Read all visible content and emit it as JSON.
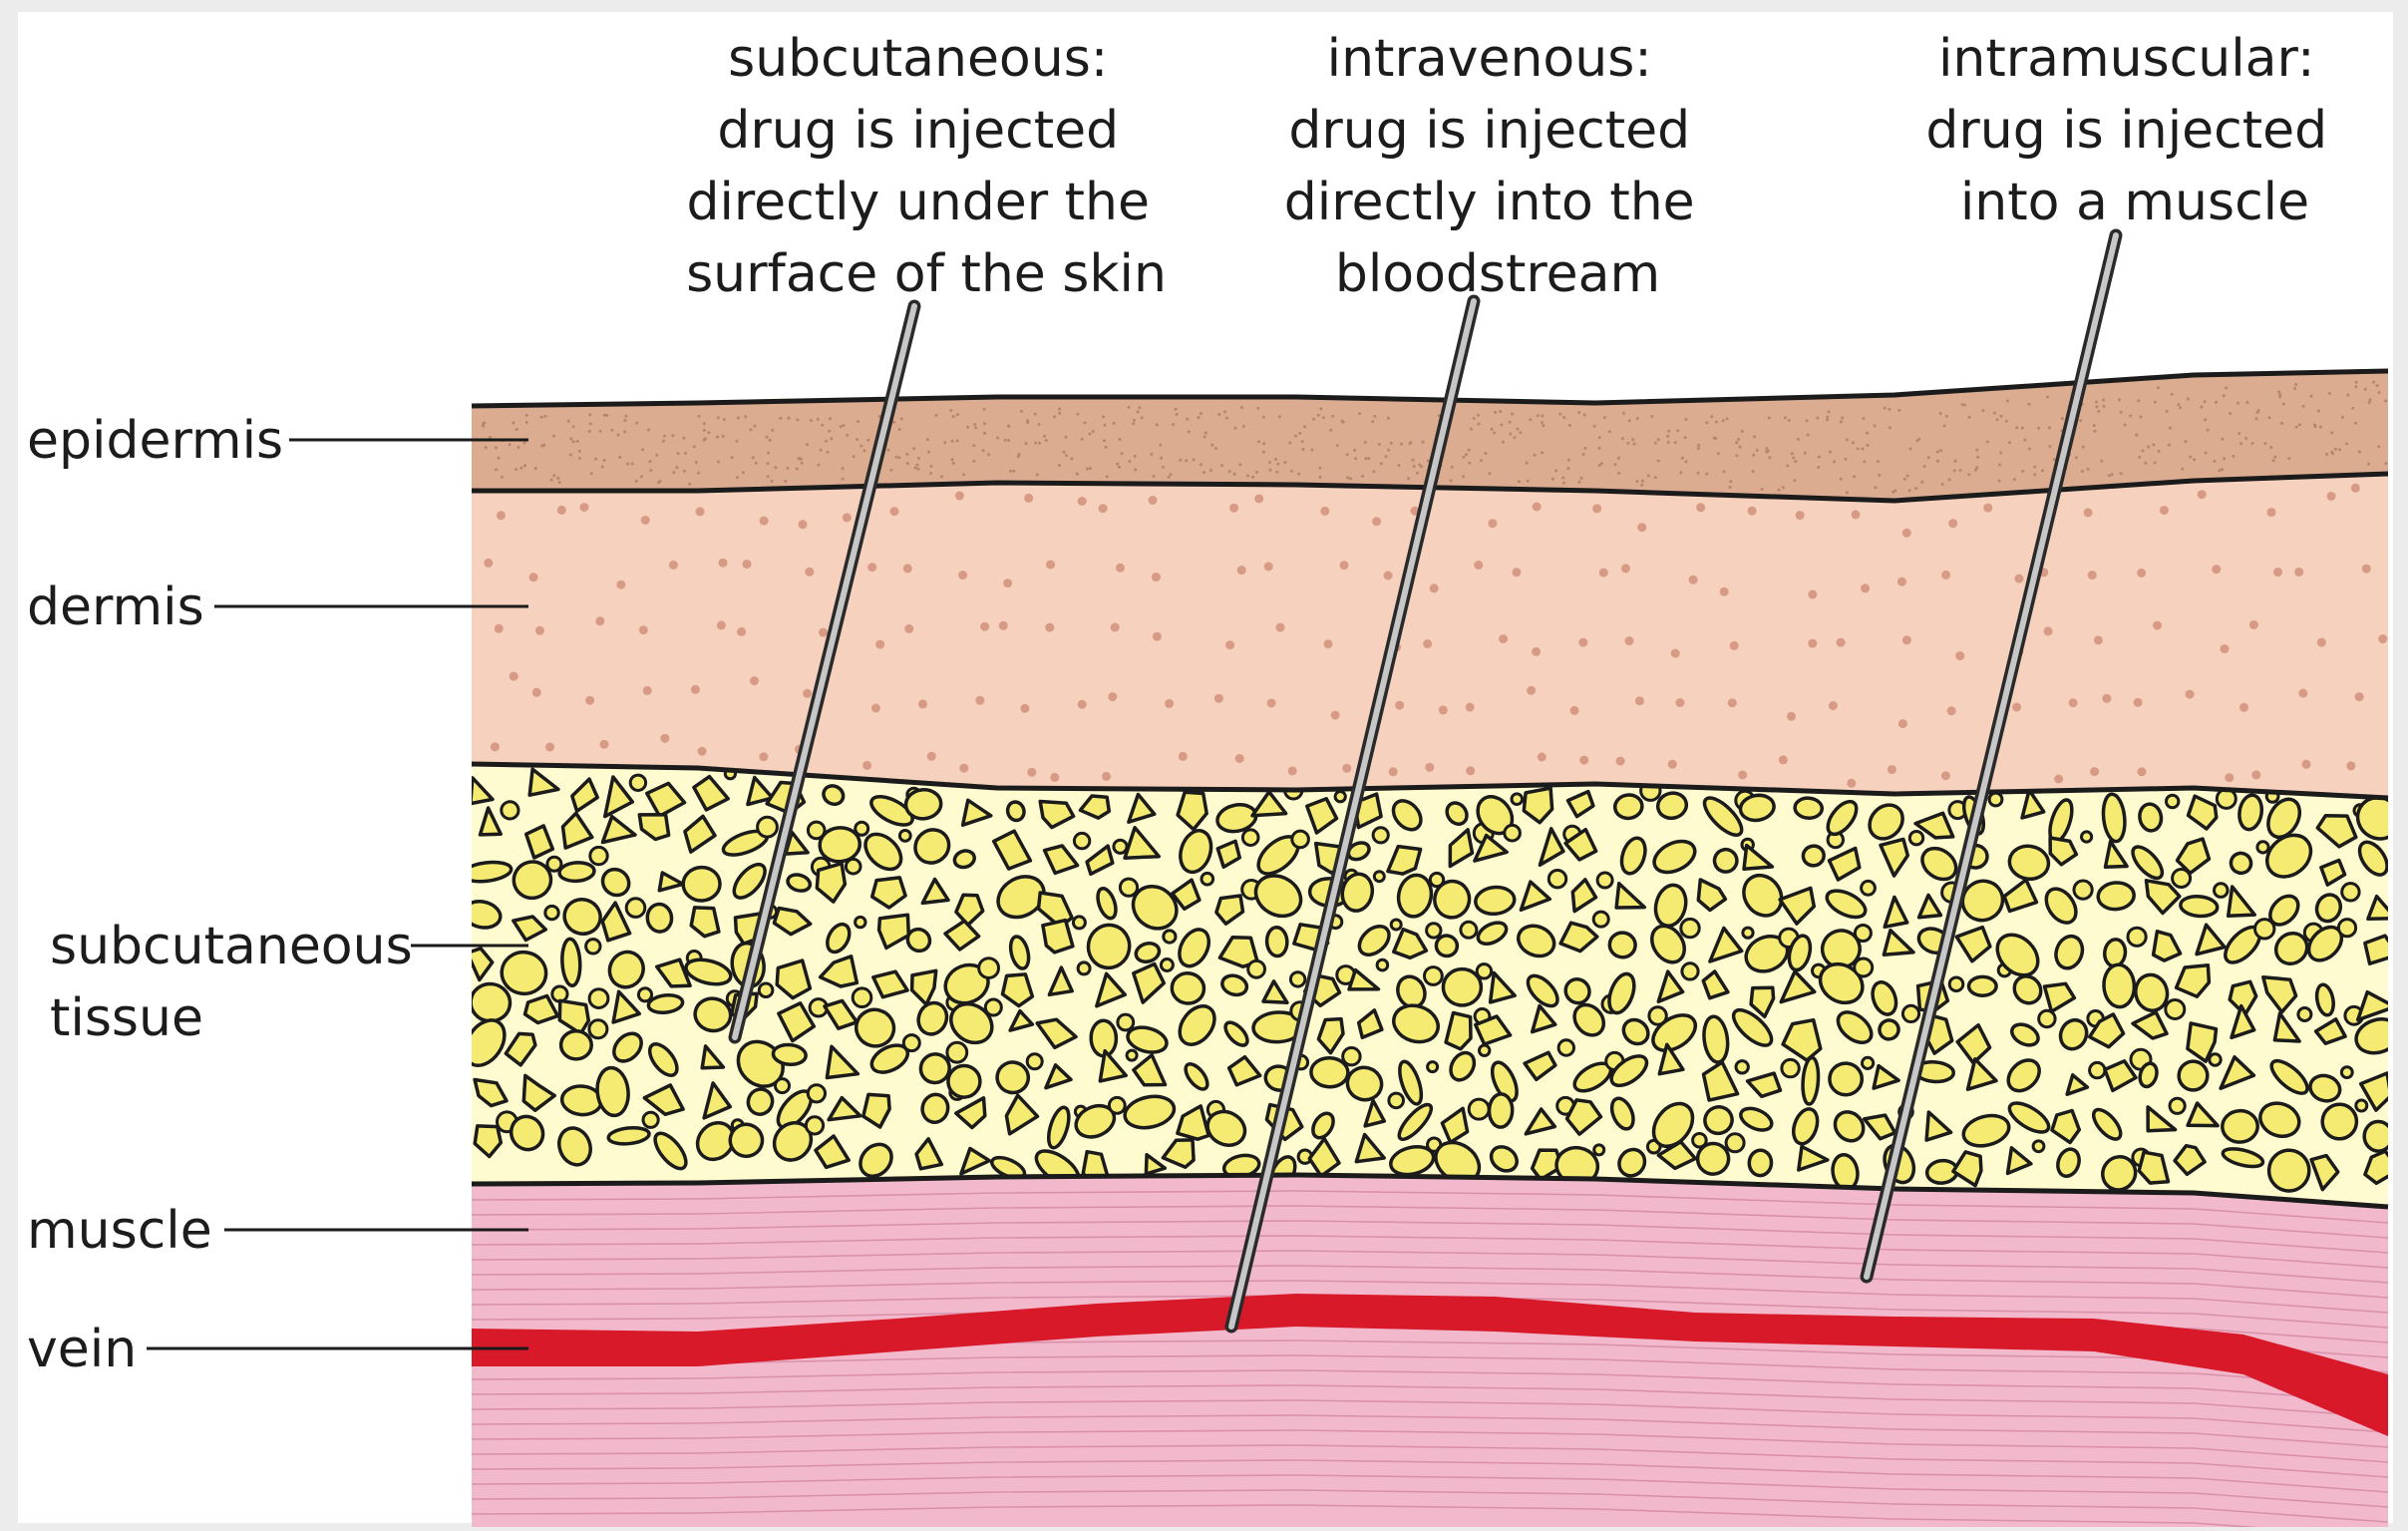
{
  "callouts": [
    {
      "id": "subcutaneous",
      "lines": [
        "subcutaneous:",
        "drug is injected",
        "directly under the",
        "surface of the skin"
      ]
    },
    {
      "id": "intravenous",
      "lines": [
        "intravenous:",
        "drug is injected",
        "directly into the",
        "bloodstream"
      ]
    },
    {
      "id": "intramuscular",
      "lines": [
        "intramuscular:",
        "drug is injected",
        "into a muscle"
      ]
    }
  ],
  "layers": [
    {
      "id": "epidermis",
      "lines": [
        "epidermis"
      ]
    },
    {
      "id": "dermis",
      "lines": [
        "dermis"
      ]
    },
    {
      "id": "subcutaneous-tissue",
      "lines": [
        "subcutaneous",
        "tissue"
      ]
    },
    {
      "id": "muscle",
      "lines": [
        "muscle"
      ]
    },
    {
      "id": "vein",
      "lines": [
        "vein"
      ]
    }
  ],
  "colors": {
    "background": "#ffffff",
    "frame": "#ececec",
    "epidermis": "#dcac90",
    "dermis": "#f6d2be",
    "dermis_dots": "#d79a84",
    "fat_background": "#fffbd0",
    "fat_cells": "#f5ea72",
    "muscle": "#f2b8cb",
    "muscle_lines": "#d991aa",
    "vein": "#d7192a",
    "outline": "#1b1b1b",
    "needle": "#bdbdbd"
  }
}
